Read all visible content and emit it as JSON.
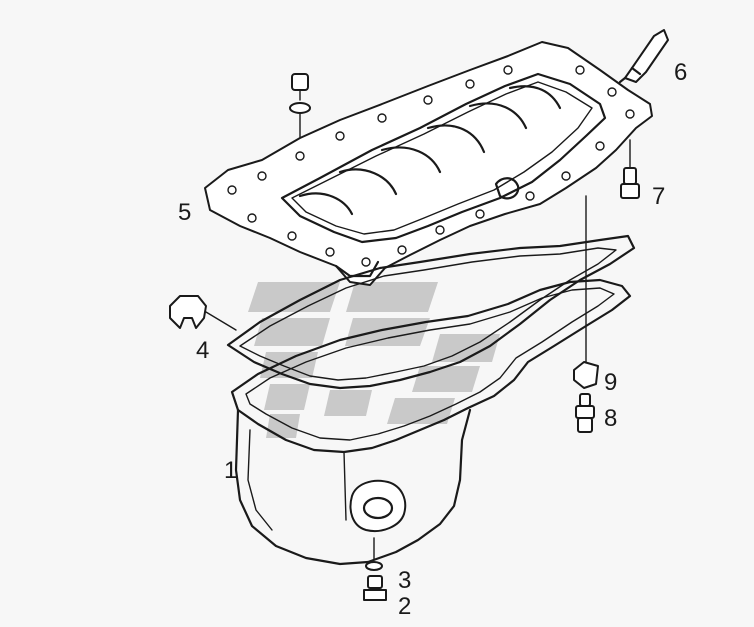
{
  "callouts": {
    "oil_pan": "1",
    "drain_plug": "2",
    "drain_plug_washer": "3",
    "clip": "4",
    "upper_oil_pan_frame": "5",
    "sealant_tube": "6",
    "frame_bolt": "7",
    "pan_bolt": "8",
    "spacer": "9"
  },
  "colors": {
    "watermark": "#c8c8c8",
    "line": "#1a1a1a",
    "background": "#f7f7f7"
  }
}
